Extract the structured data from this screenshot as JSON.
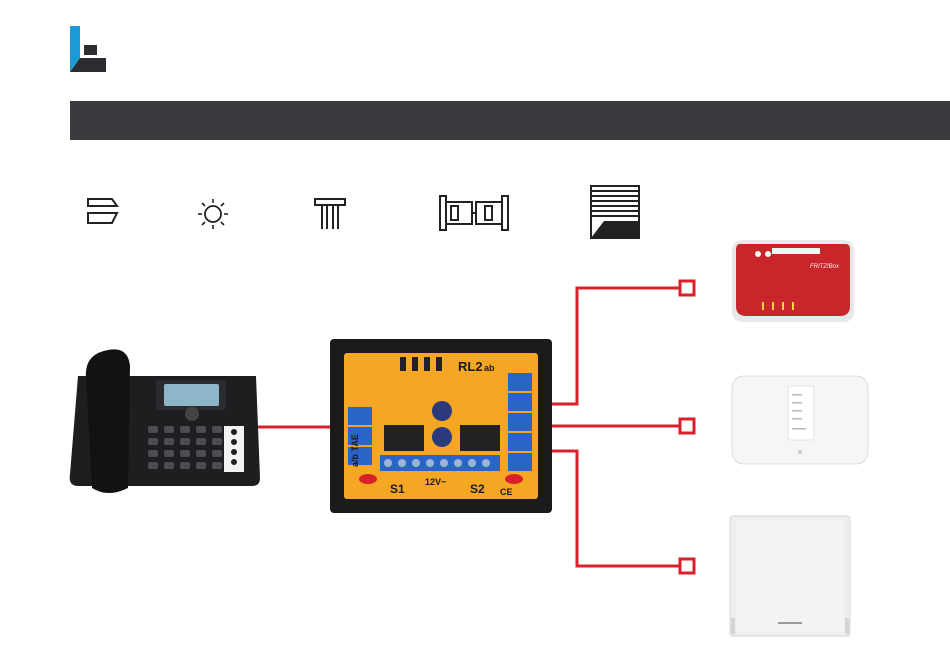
{
  "colors": {
    "brand_blue": "#1a9ad6",
    "brand_dark": "#2b2d31",
    "banner": "#3a3b3f",
    "wire": "#d8202b",
    "module_orange": "#f5a623",
    "terminal_blue": "#2a64c8",
    "router_red": "#c8262a"
  },
  "icons": [
    {
      "name": "switch-icon"
    },
    {
      "name": "light-icon"
    },
    {
      "name": "door-opener-icon"
    },
    {
      "name": "gate-icon"
    },
    {
      "name": "shutter-icon"
    }
  ],
  "module": {
    "model": "RL2",
    "model_suffix": "ab",
    "relay_1": "S1",
    "relay_2": "S2",
    "supply": "12V~",
    "left_label": "a/b TAE",
    "ce_mark": "CE"
  },
  "router": {
    "brand": "FRITZ!Box"
  }
}
